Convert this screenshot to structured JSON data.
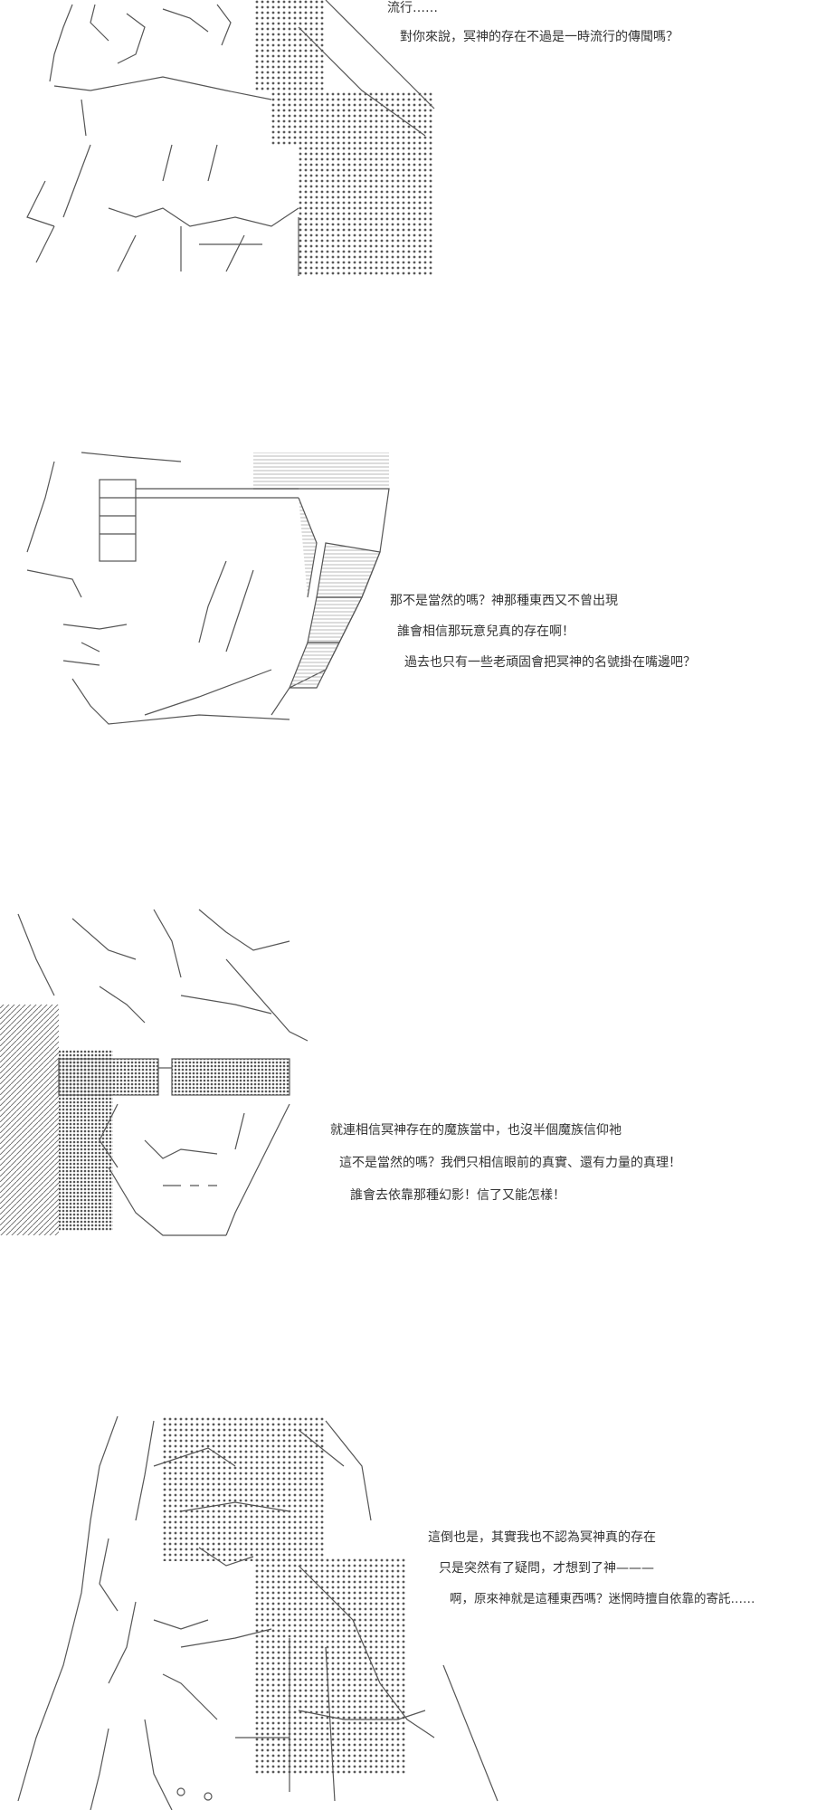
{
  "panels": [
    {
      "lines": [
        "流行……",
        "對你來說，冥神的存在不過是一時流行的傳聞嗎？"
      ]
    },
    {
      "lines": [
        "那不是當然的嗎？神那種東西又不曾出現",
        "誰會相信那玩意兒真的存在啊！",
        "過去也只有一些老頑固會把冥神的名號掛在嘴邊吧？"
      ]
    },
    {
      "lines": [
        "就連相信冥神存在的魔族當中，也沒半個魔族信仰祂",
        "這不是當然的嗎？我們只相信眼前的真實、還有力量的真理！",
        "誰會去依靠那種幻影！信了又能怎樣！"
      ]
    },
    {
      "lines": [
        "這倒也是，其實我也不認為冥神真的存在",
        "只是突然有了疑問，才想到了神———",
        "啊，原來神就是這種東西嗎？迷惘時擅自依靠的寄託……"
      ]
    }
  ],
  "colors": {
    "ink": "#333333",
    "art": "#555555",
    "screen": "#999999"
  }
}
